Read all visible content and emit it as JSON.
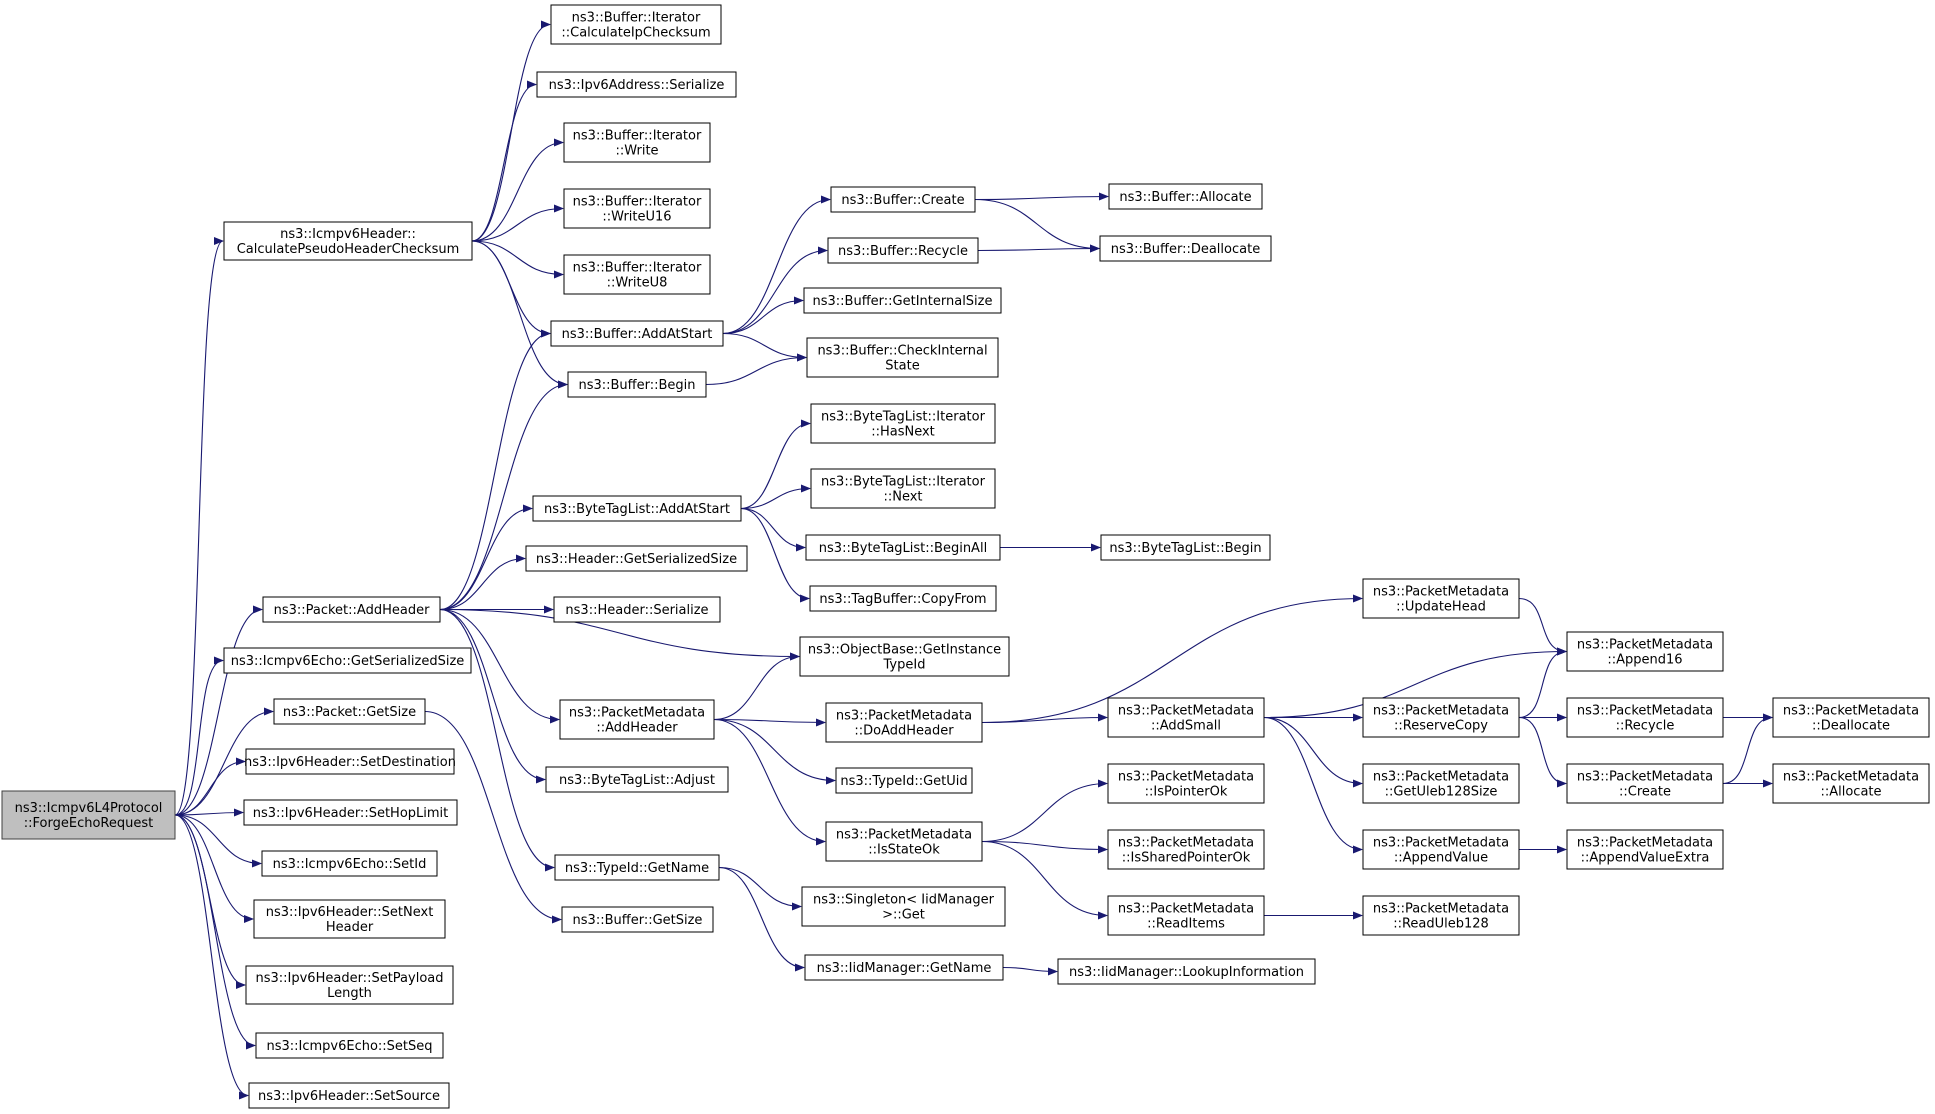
{
  "graph": {
    "root": "forge",
    "edge_color": "#191970",
    "root_fill": "#bfbfbf",
    "nodes": [
      {
        "id": "forge",
        "lines": [
          "ns3::Icmpv6L4Protocol",
          "::ForgeEchoRequest"
        ]
      },
      {
        "id": "calc_pseudo",
        "lines": [
          "ns3::Icmpv6Header::",
          "CalculatePseudoHeaderChecksum"
        ]
      },
      {
        "id": "pkt_addheader",
        "lines": [
          "ns3::Packet::AddHeader"
        ]
      },
      {
        "id": "echo_getsersize",
        "lines": [
          "ns3::Icmpv6Echo::GetSerializedSize"
        ]
      },
      {
        "id": "pkt_getsize",
        "lines": [
          "ns3::Packet::GetSize"
        ]
      },
      {
        "id": "set_dest",
        "lines": [
          "ns3::Ipv6Header::SetDestination"
        ]
      },
      {
        "id": "set_hop",
        "lines": [
          "ns3::Ipv6Header::SetHopLimit"
        ]
      },
      {
        "id": "echo_setid",
        "lines": [
          "ns3::Icmpv6Echo::SetId"
        ]
      },
      {
        "id": "set_next",
        "lines": [
          "ns3::Ipv6Header::SetNext",
          "Header"
        ]
      },
      {
        "id": "set_payload",
        "lines": [
          "ns3::Ipv6Header::SetPayload",
          "Length"
        ]
      },
      {
        "id": "echo_setseq",
        "lines": [
          "ns3::Icmpv6Echo::SetSeq"
        ]
      },
      {
        "id": "set_source",
        "lines": [
          "ns3::Ipv6Header::SetSource"
        ]
      },
      {
        "id": "it_calcip",
        "lines": [
          "ns3::Buffer::Iterator",
          "::CalculateIpChecksum"
        ]
      },
      {
        "id": "ipv6addr_ser",
        "lines": [
          "ns3::Ipv6Address::Serialize"
        ]
      },
      {
        "id": "it_write",
        "lines": [
          "ns3::Buffer::Iterator",
          "::Write"
        ]
      },
      {
        "id": "it_writeu16",
        "lines": [
          "ns3::Buffer::Iterator",
          "::WriteU16"
        ]
      },
      {
        "id": "it_writeu8",
        "lines": [
          "ns3::Buffer::Iterator",
          "::WriteU8"
        ]
      },
      {
        "id": "buf_addatstart",
        "lines": [
          "ns3::Buffer::AddAtStart"
        ]
      },
      {
        "id": "buf_begin",
        "lines": [
          "ns3::Buffer::Begin"
        ]
      },
      {
        "id": "btl_addatstart",
        "lines": [
          "ns3::ByteTagList::AddAtStart"
        ]
      },
      {
        "id": "hdr_getsersize",
        "lines": [
          "ns3::Header::GetSerializedSize"
        ]
      },
      {
        "id": "hdr_serialize",
        "lines": [
          "ns3::Header::Serialize"
        ]
      },
      {
        "id": "pm_addheader",
        "lines": [
          "ns3::PacketMetadata",
          "::AddHeader"
        ]
      },
      {
        "id": "btl_adjust",
        "lines": [
          "ns3::ByteTagList::Adjust"
        ]
      },
      {
        "id": "typeid_getname",
        "lines": [
          "ns3::TypeId::GetName"
        ]
      },
      {
        "id": "buf_getsize",
        "lines": [
          "ns3::Buffer::GetSize"
        ]
      },
      {
        "id": "buf_create",
        "lines": [
          "ns3::Buffer::Create"
        ]
      },
      {
        "id": "buf_recycle",
        "lines": [
          "ns3::Buffer::Recycle"
        ]
      },
      {
        "id": "buf_getinternal",
        "lines": [
          "ns3::Buffer::GetInternalSize"
        ]
      },
      {
        "id": "buf_checkinternal",
        "lines": [
          "ns3::Buffer::CheckInternal",
          "State"
        ]
      },
      {
        "id": "btl_it_hasnext",
        "lines": [
          "ns3::ByteTagList::Iterator",
          "::HasNext"
        ]
      },
      {
        "id": "btl_it_next",
        "lines": [
          "ns3::ByteTagList::Iterator",
          "::Next"
        ]
      },
      {
        "id": "btl_beginall",
        "lines": [
          "ns3::ByteTagList::BeginAll"
        ]
      },
      {
        "id": "tagbuf_copyfrom",
        "lines": [
          "ns3::TagBuffer::CopyFrom"
        ]
      },
      {
        "id": "objbase_getinst",
        "lines": [
          "ns3::ObjectBase::GetInstance",
          "TypeId"
        ]
      },
      {
        "id": "pm_doaddheader",
        "lines": [
          "ns3::PacketMetadata",
          "::DoAddHeader"
        ]
      },
      {
        "id": "typeid_getuid",
        "lines": [
          "ns3::TypeId::GetUid"
        ]
      },
      {
        "id": "pm_isstateok",
        "lines": [
          "ns3::PacketMetadata",
          "::IsStateOk"
        ]
      },
      {
        "id": "singleton_get",
        "lines": [
          "ns3::Singleton< IidManager",
          ">::Get"
        ]
      },
      {
        "id": "iid_getname",
        "lines": [
          "ns3::IidManager::GetName"
        ]
      },
      {
        "id": "buf_allocate",
        "lines": [
          "ns3::Buffer::Allocate"
        ]
      },
      {
        "id": "buf_deallocate",
        "lines": [
          "ns3::Buffer::Deallocate"
        ]
      },
      {
        "id": "btl_begin",
        "lines": [
          "ns3::ByteTagList::Begin"
        ]
      },
      {
        "id": "pm_updatehead",
        "lines": [
          "ns3::PacketMetadata",
          "::UpdateHead"
        ]
      },
      {
        "id": "pm_addsmall",
        "lines": [
          "ns3::PacketMetadata",
          "::AddSmall"
        ]
      },
      {
        "id": "pm_ispointerok",
        "lines": [
          "ns3::PacketMetadata",
          "::IsPointerOk"
        ]
      },
      {
        "id": "pm_issharedok",
        "lines": [
          "ns3::PacketMetadata",
          "::IsSharedPointerOk"
        ]
      },
      {
        "id": "pm_readitems",
        "lines": [
          "ns3::PacketMetadata",
          "::ReadItems"
        ]
      },
      {
        "id": "iid_lookup",
        "lines": [
          "ns3::IidManager::LookupInformation"
        ]
      },
      {
        "id": "pm_append16",
        "lines": [
          "ns3::PacketMetadata",
          "::Append16"
        ]
      },
      {
        "id": "pm_reservecopy",
        "lines": [
          "ns3::PacketMetadata",
          "::ReserveCopy"
        ]
      },
      {
        "id": "pm_getuleb",
        "lines": [
          "ns3::PacketMetadata",
          "::GetUleb128Size"
        ]
      },
      {
        "id": "pm_appendvalue",
        "lines": [
          "ns3::PacketMetadata",
          "::AppendValue"
        ]
      },
      {
        "id": "pm_readuleb",
        "lines": [
          "ns3::PacketMetadata",
          "::ReadUleb128"
        ]
      },
      {
        "id": "pm_recycle",
        "lines": [
          "ns3::PacketMetadata",
          "::Recycle"
        ]
      },
      {
        "id": "pm_create",
        "lines": [
          "ns3::PacketMetadata",
          "::Create"
        ]
      },
      {
        "id": "pm_appendvalueextra",
        "lines": [
          "ns3::PacketMetadata",
          "::AppendValueExtra"
        ]
      },
      {
        "id": "pm_deallocate",
        "lines": [
          "ns3::PacketMetadata",
          "::Deallocate"
        ]
      },
      {
        "id": "pm_allocate",
        "lines": [
          "ns3::PacketMetadata",
          "::Allocate"
        ]
      }
    ],
    "edges": [
      [
        "forge",
        "calc_pseudo"
      ],
      [
        "forge",
        "pkt_addheader"
      ],
      [
        "forge",
        "echo_getsersize"
      ],
      [
        "forge",
        "pkt_getsize"
      ],
      [
        "forge",
        "set_dest"
      ],
      [
        "forge",
        "set_hop"
      ],
      [
        "forge",
        "echo_setid"
      ],
      [
        "forge",
        "set_next"
      ],
      [
        "forge",
        "set_payload"
      ],
      [
        "forge",
        "echo_setseq"
      ],
      [
        "forge",
        "set_source"
      ],
      [
        "calc_pseudo",
        "it_calcip"
      ],
      [
        "calc_pseudo",
        "ipv6addr_ser"
      ],
      [
        "calc_pseudo",
        "it_write"
      ],
      [
        "calc_pseudo",
        "it_writeu16"
      ],
      [
        "calc_pseudo",
        "it_writeu8"
      ],
      [
        "calc_pseudo",
        "buf_addatstart"
      ],
      [
        "calc_pseudo",
        "buf_begin"
      ],
      [
        "pkt_addheader",
        "buf_addatstart"
      ],
      [
        "pkt_addheader",
        "buf_begin"
      ],
      [
        "pkt_addheader",
        "btl_addatstart"
      ],
      [
        "pkt_addheader",
        "hdr_getsersize"
      ],
      [
        "pkt_addheader",
        "hdr_serialize"
      ],
      [
        "pkt_addheader",
        "objbase_getinst"
      ],
      [
        "pkt_addheader",
        "pm_addheader"
      ],
      [
        "pkt_addheader",
        "btl_adjust"
      ],
      [
        "pkt_addheader",
        "typeid_getname"
      ],
      [
        "pkt_getsize",
        "buf_getsize"
      ],
      [
        "buf_addatstart",
        "buf_create"
      ],
      [
        "buf_addatstart",
        "buf_recycle"
      ],
      [
        "buf_addatstart",
        "buf_getinternal"
      ],
      [
        "buf_addatstart",
        "buf_checkinternal"
      ],
      [
        "buf_begin",
        "buf_checkinternal"
      ],
      [
        "btl_addatstart",
        "btl_it_hasnext"
      ],
      [
        "btl_addatstart",
        "btl_it_next"
      ],
      [
        "btl_addatstart",
        "btl_beginall"
      ],
      [
        "btl_addatstart",
        "tagbuf_copyfrom"
      ],
      [
        "pm_addheader",
        "objbase_getinst"
      ],
      [
        "pm_addheader",
        "pm_doaddheader"
      ],
      [
        "pm_addheader",
        "typeid_getuid"
      ],
      [
        "pm_addheader",
        "pm_isstateok"
      ],
      [
        "typeid_getname",
        "singleton_get"
      ],
      [
        "typeid_getname",
        "iid_getname"
      ],
      [
        "buf_create",
        "buf_allocate"
      ],
      [
        "buf_create",
        "buf_deallocate"
      ],
      [
        "buf_recycle",
        "buf_deallocate"
      ],
      [
        "btl_beginall",
        "btl_begin"
      ],
      [
        "pm_doaddheader",
        "pm_updatehead"
      ],
      [
        "pm_doaddheader",
        "pm_addsmall"
      ],
      [
        "pm_isstateok",
        "pm_ispointerok"
      ],
      [
        "pm_isstateok",
        "pm_issharedok"
      ],
      [
        "pm_isstateok",
        "pm_readitems"
      ],
      [
        "iid_getname",
        "iid_lookup"
      ],
      [
        "pm_updatehead",
        "pm_append16"
      ],
      [
        "pm_addsmall",
        "pm_append16"
      ],
      [
        "pm_addsmall",
        "pm_reservecopy"
      ],
      [
        "pm_addsmall",
        "pm_getuleb"
      ],
      [
        "pm_addsmall",
        "pm_appendvalue"
      ],
      [
        "pm_readitems",
        "pm_readuleb"
      ],
      [
        "pm_reservecopy",
        "pm_append16"
      ],
      [
        "pm_reservecopy",
        "pm_recycle"
      ],
      [
        "pm_reservecopy",
        "pm_create"
      ],
      [
        "pm_appendvalue",
        "pm_appendvalueextra"
      ],
      [
        "pm_recycle",
        "pm_deallocate"
      ],
      [
        "pm_create",
        "pm_deallocate"
      ],
      [
        "pm_create",
        "pm_allocate"
      ]
    ]
  }
}
